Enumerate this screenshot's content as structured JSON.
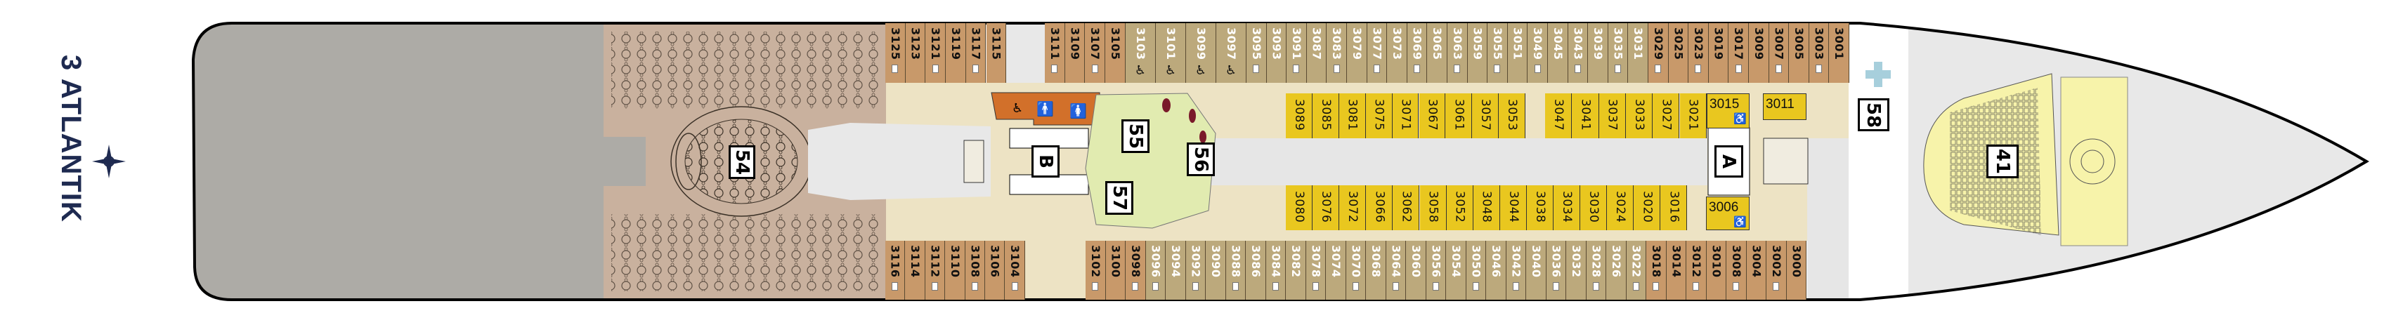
{
  "deck": {
    "title": "3 ATLANTIK"
  },
  "colors": {
    "tan": "#c8996a",
    "taupe": "#bca97c",
    "yellow": "#e9c71f",
    "corridor": "#ede3c4",
    "restaurant": "#c9b19e",
    "aft_deck": "#adaba6",
    "bow": "#e8e8e8",
    "theater": "#f7f3aa",
    "restroom": "#d2702a",
    "garden": "#e1ebb0",
    "medical": "#a7cfdc",
    "title": "#1e2a50"
  },
  "cabins": {
    "top_row": [
      "3125",
      "3123",
      "3121",
      "3119",
      "3117",
      "3115",
      "3111",
      "3109",
      "3107",
      "3105",
      "3103",
      "3101",
      "3099",
      "3097",
      "3095",
      "3093",
      "3091",
      "3087",
      "3083",
      "3079",
      "3077",
      "3073",
      "3069",
      "3065",
      "3063",
      "3059",
      "3055",
      "3051",
      "3049",
      "3045",
      "3043",
      "3039",
      "3035",
      "3031",
      "3029",
      "3025",
      "3023",
      "3019",
      "3017",
      "3009",
      "3007",
      "3005",
      "3003",
      "3001"
    ],
    "bottom_row": [
      "3116",
      "3114",
      "3112",
      "3110",
      "3108",
      "3106",
      "3104",
      "3102",
      "3100",
      "3098",
      "3096",
      "3094",
      "3092",
      "3090",
      "3088",
      "3086",
      "3084",
      "3082",
      "3078",
      "3074",
      "3070",
      "3068",
      "3064",
      "3060",
      "3056",
      "3054",
      "3050",
      "3046",
      "3042",
      "3040",
      "3036",
      "3032",
      "3028",
      "3026",
      "3022",
      "3018",
      "3014",
      "3012",
      "3010",
      "3008",
      "3004",
      "3002",
      "3000"
    ],
    "inner_top": [
      "3089",
      "3085",
      "3081",
      "3075",
      "3071",
      "3067",
      "3061",
      "3057",
      "3053",
      "3047",
      "3041",
      "3037",
      "3033",
      "3027",
      "3021"
    ],
    "inner_bottom": [
      "3080",
      "3076",
      "3072",
      "3066",
      "3062",
      "3058",
      "3052",
      "3048",
      "3044",
      "3038",
      "3034",
      "3030",
      "3024",
      "3020",
      "3016"
    ],
    "special": {
      "c3015": "3015",
      "c3011": "3011",
      "c3006": "3006"
    },
    "wheelchair_accessible": [
      "3103",
      "3101",
      "3099",
      "3097",
      "3015",
      "3006"
    ]
  },
  "venues": {
    "restaurant": "54",
    "venue55": "55",
    "venue56": "56",
    "venue57": "57",
    "venue58": "58",
    "theater": "41"
  },
  "elevators": {
    "aft": "B",
    "forward": "A"
  }
}
